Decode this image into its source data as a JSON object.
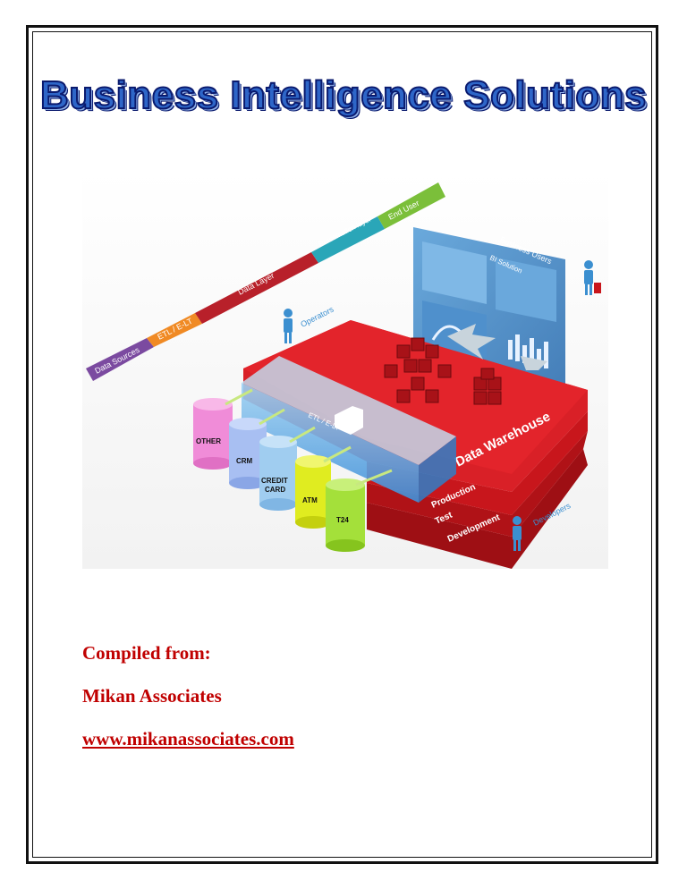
{
  "document": {
    "title": "Business Intelligence Solutions",
    "compiled_label": "Compiled from:",
    "organization": "Mikan Associates",
    "url": "www.mikanassociates.com"
  },
  "diagram": {
    "pipeline_stages": [
      "Data Sources",
      "ETL / E-LT",
      "Data Layer",
      "Presentation layer",
      "End User"
    ],
    "data_sources": [
      "OTHER",
      "CRM",
      "CREDIT CARD",
      "ATM",
      "T24"
    ],
    "etl_label": "ETL / E-LT",
    "warehouse_label": "Data Warehouse",
    "layers": [
      "Production",
      "Test",
      "Development"
    ],
    "roles": {
      "operators": "Operators",
      "business_users": "Business Users",
      "developers": "Developers"
    },
    "bi_solution_label": "BI Solution",
    "colors": {
      "warehouse_red": "#c8161c",
      "stage_purple": "#7b4aa0",
      "stage_orange": "#f08a24",
      "stage_red": "#b8202a",
      "stage_teal": "#2aa6b8",
      "stage_green": "#7bbf3a",
      "role_blue": "#3b8fd0"
    }
  }
}
